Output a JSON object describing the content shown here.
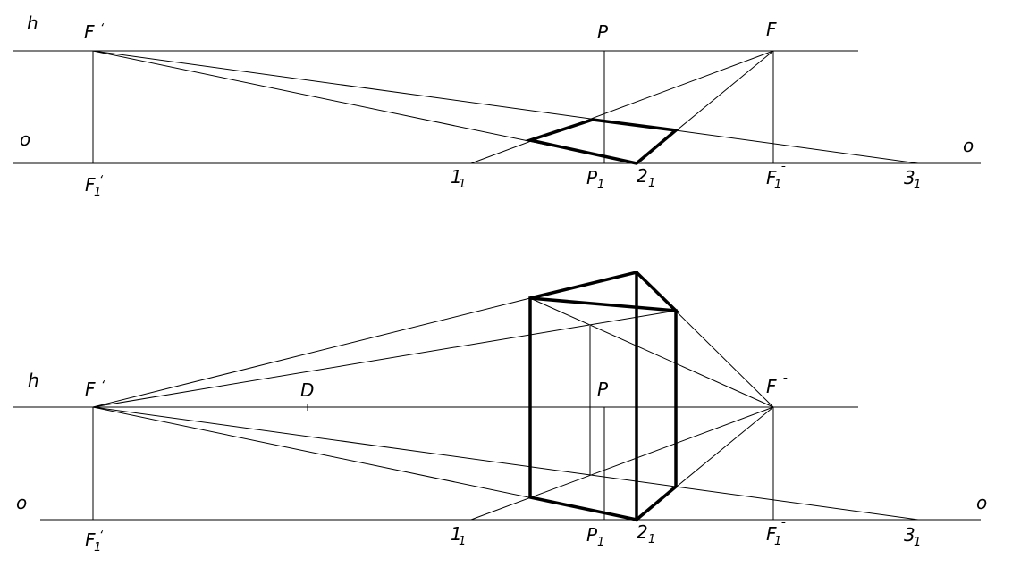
{
  "top_view": {
    "labels": {
      "h": "h",
      "o_left": "o",
      "o_right": "o",
      "F_left": "F",
      "F_left_mark": "‘",
      "F_right": "F",
      "F_right_mark": "¯",
      "P": "P",
      "F1_left": "F",
      "F1_left_sub": "1",
      "F1_left_mark": "‘",
      "F1_right": "F",
      "F1_right_sub": "1",
      "F1_right_mark": "¯",
      "P1": "P",
      "P1_sub": "1",
      "one1": "1",
      "one1_sub": "1",
      "two1": "2",
      "two1_sub": "1",
      "three1": "3",
      "three1_sub": "1"
    }
  },
  "bottom_view": {
    "labels": {
      "h": "h",
      "o_left": "o",
      "o_right": "o",
      "F_left": "F",
      "F_left_mark": "‘",
      "F_right": "F",
      "F_right_mark": "¯",
      "D": "D",
      "P": "P",
      "F1_left": "F",
      "F1_left_sub": "1",
      "F1_left_mark": "‘",
      "F1_right": "F",
      "F1_right_sub": "1",
      "F1_right_mark": "¯",
      "P1": "P",
      "P1_sub": "1",
      "one1": "1",
      "one1_sub": "1",
      "two1": "2",
      "two1_sub": "1",
      "three1": "3",
      "three1_sub": "1"
    }
  }
}
